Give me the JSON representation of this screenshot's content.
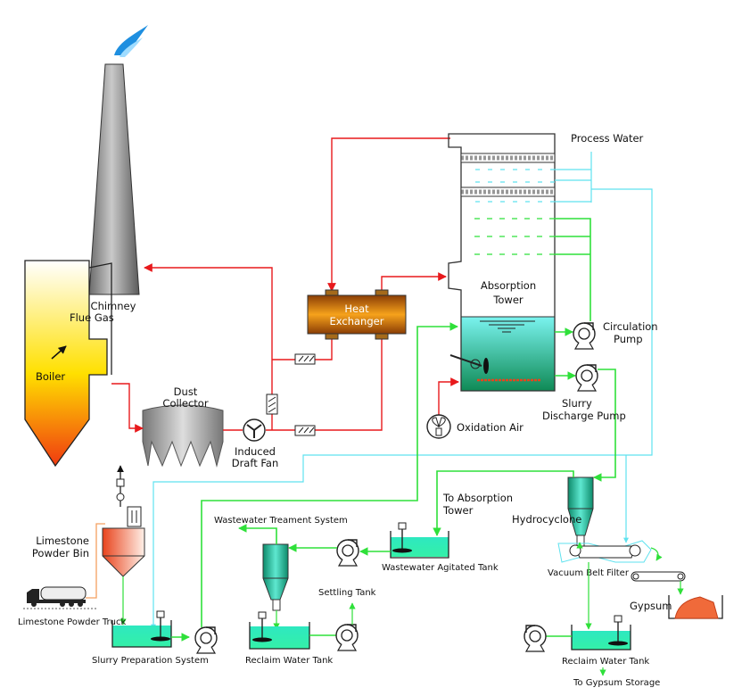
{
  "labels": {
    "chimney": "Chimney",
    "flue_gas": "Flue Gas",
    "boiler": "Boiler",
    "dust_collector": [
      "Dust",
      "Collector"
    ],
    "induced_draft_fan": [
      "Induced",
      "Draft Fan"
    ],
    "heat_exchanger": [
      "Heat",
      "Exchanger"
    ],
    "process_water": "Process Water",
    "absorption_tower": [
      "Absorption",
      "Tower"
    ],
    "circulation_pump": [
      "Circulation",
      "Pump"
    ],
    "slurry_discharge_pump": [
      "Slurry",
      "Discharge Pump"
    ],
    "oxidation_air": "Oxidation Air",
    "to_absorption_tower": [
      "To Absorption",
      "Tower"
    ],
    "wastewater_treatment_system": "Wastewater Treament System",
    "hydrocyclone": "Hydrocyclone",
    "wastewater_agitated_tank": "Wastewater Agitated Tank",
    "vacuum_belt_filter": "Vacuum Belt Filter",
    "gypsum": "Gypsum",
    "limestone_powder_bin": [
      "Limestone",
      "Powder Bin"
    ],
    "limestone_powder_truck": "Limestone Powder Truck",
    "slurry_preparation_system": "Slurry Preparation System",
    "reclaim_water_tank_left": "Reclaim Water Tank",
    "settling_tank": "Settling Tank",
    "reclaim_water_tank_right": "Reclaim Water Tank",
    "to_gypsum_storage": "To Gypsum Storage"
  },
  "colors": {
    "flue_gas_line": "#e8191c",
    "slurry_line": "#2fe03a",
    "water_line": "#5fe2ef",
    "slurry_fill": "#2ee8c0",
    "limestone": "#f0562a"
  }
}
